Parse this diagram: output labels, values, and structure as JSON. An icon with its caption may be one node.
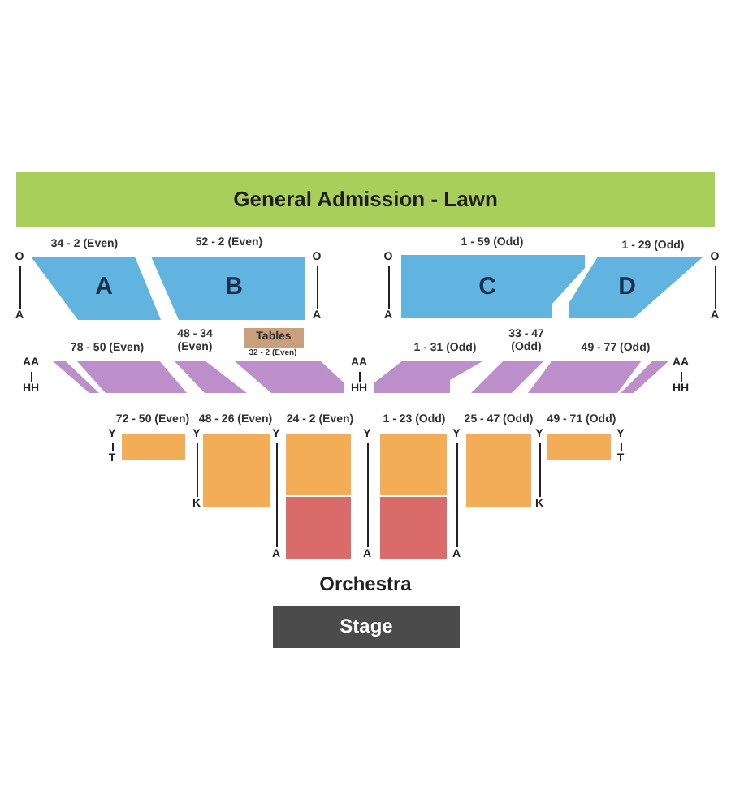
{
  "diagram": {
    "nodes": [
      {
        "text": [
          "General Admission - Lawn"
        ]
      },
      {
        "text": [
          "A"
        ],
        "beside": [
          "34 - 2 (Even)"
        ]
      },
      {
        "text": [
          "B"
        ],
        "beside": [
          "52 - 2 (Even)"
        ]
      },
      {
        "text": [
          "C"
        ],
        "beside": [
          "1 - 59 (Odd)"
        ]
      },
      {
        "text": [
          "D"
        ],
        "beside": [
          "1 - 29 (Odd)"
        ]
      },
      {
        "text": [
          "Tables"
        ],
        "beside": [
          "32 - 2 (Even)"
        ]
      },
      {
        "text": [],
        "shape": "parallelogram"
      },
      {
        "text": [],
        "shape": "parallelogram",
        "beside": [
          "78 - 50 (Even)"
        ]
      },
      {
        "text": [],
        "shape": "parallelogram",
        "beside": [
          "48 - 34 (Even)"
        ]
      },
      {
        "text": [],
        "shape": "parallelogram"
      },
      {
        "text": [],
        "shape": "parallelogram",
        "beside": [
          "1 - 31 (Odd)"
        ]
      },
      {
        "text": [],
        "shape": "parallelogram",
        "beside": [
          "33 - 47 (Odd)"
        ]
      },
      {
        "text": [],
        "shape": "parallelogram",
        "beside": [
          "49 - 77 (Odd)"
        ]
      },
      {
        "text": [],
        "shape": "parallelogram"
      },
      {
        "text": [],
        "shape": "box",
        "beside": [
          "72 - 50 (Even)"
        ]
      },
      {
        "text": [],
        "shape": "box",
        "beside": [
          "48 - 26 (Even)"
        ]
      },
      {
        "text": [],
        "shape": "box",
        "beside": [
          "24 - 2 (Even)"
        ]
      },
      {
        "text": [],
        "shape": "box",
        "beside": [
          "1 - 23 (Odd)"
        ]
      },
      {
        "text": [],
        "shape": "box",
        "beside": [
          "25 - 47 (Odd)"
        ]
      },
      {
        "text": [],
        "shape": "box",
        "beside": [
          "49 - 71 (Odd)"
        ]
      },
      {
        "text": [],
        "shape": "box"
      },
      {
        "text": [],
        "shape": "box"
      },
      {
        "text": [
          "Stage"
        ]
      }
    ],
    "labels": [
      "O",
      "A",
      "O",
      "A",
      "O",
      "A",
      "O",
      "A",
      "AA",
      "HH",
      "AA",
      "HH",
      "AA",
      "HH",
      "Y",
      "T",
      "Y",
      "K",
      "Y",
      "A",
      "Y",
      "A",
      "Y",
      "A",
      "Y",
      "K",
      "Y",
      "T",
      "Orchestra"
    ]
  }
}
